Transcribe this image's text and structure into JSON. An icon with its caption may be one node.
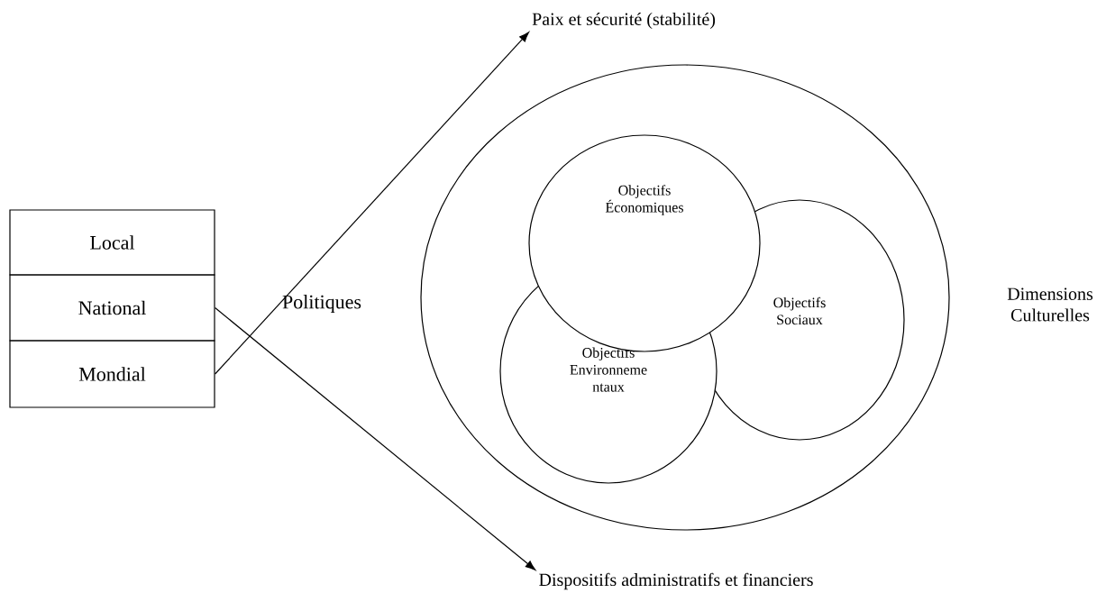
{
  "diagram": {
    "nodes": [
      {
        "text": [
          "Local"
        ]
      },
      {
        "text": [
          "National"
        ]
      },
      {
        "text": [
          "Mondial"
        ]
      },
      {
        "text": [],
        "shape": "circle"
      },
      {
        "text": [
          "Objectifs Économiques"
        ],
        "in": 3
      },
      {
        "text": [
          "Objectifs Sociaux"
        ],
        "in": 3
      },
      {
        "text": [
          "Objectifs Environneme ntaux"
        ],
        "in": 3
      },
      {
        "text": [
          "Paix et sécurité (stabilité)"
        ]
      },
      {
        "text": [
          "Dispositifs administratifs et financiers"
        ]
      }
    ],
    "edges": [
      {
        "from": 2,
        "to": 7,
        "arrow": "to"
      },
      {
        "from": 1,
        "to": 8,
        "arrow": "to"
      }
    ],
    "labels": [
      "Politiques",
      "Dimensions Culturelles"
    ]
  }
}
